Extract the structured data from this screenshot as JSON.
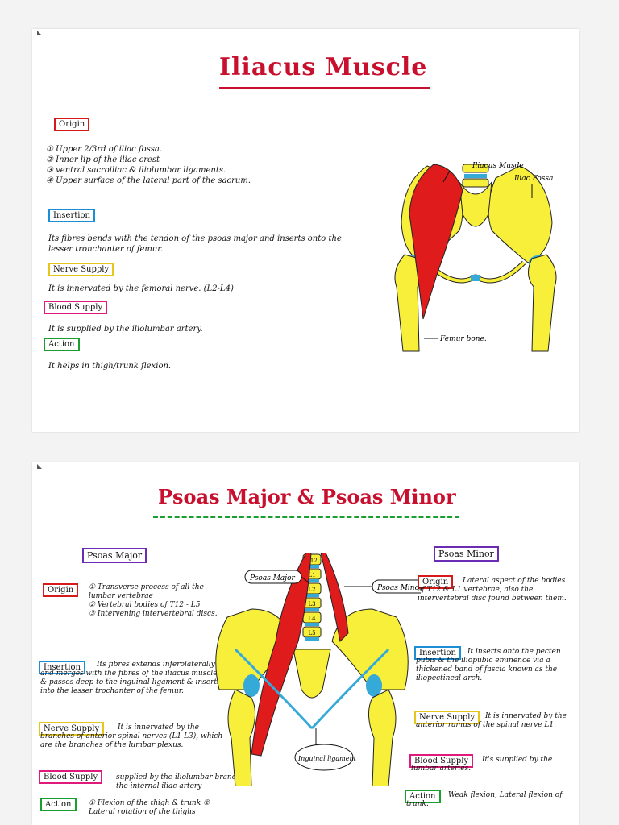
{
  "page1": {
    "title": "Iliacus Muscle",
    "origin_label": "Origin",
    "origin_items": [
      "① Upper 2/3rd of iliac fossa.",
      "② Inner lip of the iliac crest",
      "③ ventral sacroiliac & iliolumbar ligaments.",
      "④ Upper surface of the lateral part of the sacrum."
    ],
    "insertion_label": "Insertion",
    "insertion_text": "Its fibres bends with the tendon of the psoas major and inserts onto the lesser tronchanter of femur.",
    "nerve_label": "Nerve Supply",
    "nerve_text": "It is innervated by the femoral nerve. (L2-L4)",
    "blood_label": "Blood Supply",
    "blood_text": "It is supplied by the iliolumbar artery.",
    "action_label": "Action",
    "action_text": "It helps in thigh/trunk flexion.",
    "diagram_labels": {
      "iliacus": "Iliacus Musde",
      "fossa": "Iliac Fossa",
      "femur": "Femur bone."
    }
  },
  "page2": {
    "title": "Psoas Major & Psoas Minor",
    "major": {
      "heading": "Psoas Major",
      "origin_label": "Origin",
      "origin_items": [
        "① Transverse process of all the lumbar vertebrae",
        "② Vertebral bodies of T12 - L5",
        "③ Intervening intervertebral discs."
      ],
      "insertion_label": "Insertion",
      "insertion_text": "Its fibres extends inferolaterally and merges with the fibres of the iliacus muscle & passes deep to the inguinal ligament & inserts into the lesser trochanter of the femur.",
      "nerve_label": "Nerve Supply",
      "nerve_text": "It is innervated by the branches of anterior spinal nerves (L1-L3), which are the branches of the lumbar plexus.",
      "blood_label": "Blood Supply",
      "blood_text": "supplied by the iliolumbar branch of the internal iliac artery",
      "action_label": "Action",
      "action_text": "① Flexion of the thigh & trunk ② Lateral rotation of the thighs"
    },
    "minor": {
      "heading": "Psoas Minor",
      "origin_label": "Origin",
      "origin_text": "Lateral aspect of the bodies of T12 & L1 vertebrae, also the intervertebral disc found between them.",
      "insertion_label": "Insertion",
      "insertion_text": "It inserts onto the pecten pubis & the iliopubic eminence via a thickened band of fascia known as the iliopectineal arch.",
      "nerve_label": "Nerve Supply",
      "nerve_text": "It is innervated by the anterior ramus of the spinal nerve L1.",
      "blood_label": "Blood Supply",
      "blood_text": "It's supplied by the lumbar arteries.",
      "action_label": "Action",
      "action_text": "Weak flexion, Lateral flexion of trunk."
    },
    "diagram_labels": {
      "major": "Psoas Major",
      "minor": "Psoas Minor",
      "inguinal": "Inguinal ligament",
      "vertebrae": [
        "T12",
        "L1",
        "L2",
        "L3",
        "L4",
        "L5"
      ]
    }
  },
  "colors": {
    "title_red": "#c8102e",
    "muscle_red": "#e01b1b",
    "bone_yellow": "#f7ef3a",
    "cartilage_blue": "#35a9d8",
    "title_green": "#1a9e2f"
  }
}
